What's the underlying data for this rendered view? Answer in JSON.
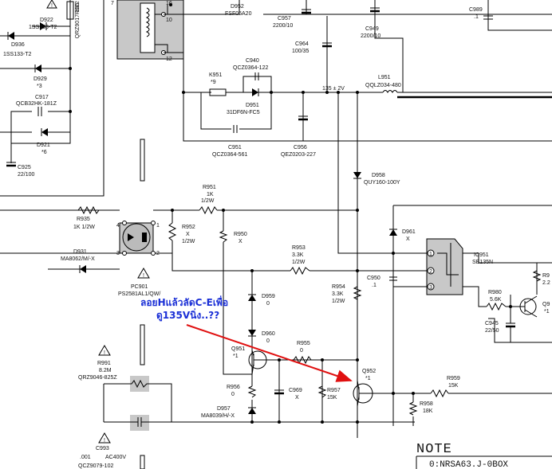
{
  "labels": {
    "d922": "D922",
    "d922v": "1SS133-T2",
    "d936": "D936",
    "d936v": "1SS133-T2",
    "d929": "D929",
    "d929v": "*3",
    "c917": "C917",
    "c917v": "QCB32HK-181Z",
    "d921": "D921",
    "d921v": "*6",
    "c925": "C925",
    "c925v": "22/100",
    "r922": "R922",
    "r922v": "QRZ9017-100",
    "t16": "16",
    "t10": "10",
    "t12": "12",
    "t7": "7",
    "d952": "D952",
    "d952v": "FSF05A20",
    "c957": "C957",
    "c957v": "2200/10",
    "c949": "C949",
    "c949v": "2200/10",
    "c964": "C964",
    "c964v": "100/35",
    "c989": "C989",
    "c989v": ".1",
    "c940": "C940",
    "c940v": "QCZ0364-122",
    "k951": "K951",
    "k951v": "*9",
    "d951": "D951",
    "d951v": "31DF6N-FC5",
    "v135": "135 ± 2V",
    "l951": "L951",
    "l951v": "QQLZ034-480",
    "c951": "C951",
    "c951v": "QCZ0364-561",
    "c956": "C956",
    "c956v": "QEZ0203-227",
    "d958": "D958",
    "d958v": "QUY160-100Y",
    "r951": "R951",
    "r951a": "1K",
    "r951b": "1/2W",
    "r935": "R935",
    "r935v": "1K 1/2W",
    "r952": "R952",
    "r952a": "X",
    "r952b": "1/2W",
    "r950": "R950",
    "r950v": "X",
    "d961": "D961",
    "d961v": "X",
    "d931": "D931",
    "d931v": "MA8062/M/-X",
    "r953": "R953",
    "r953a": "3.3K",
    "r953b": "1/2W",
    "ic951": "IC951",
    "ic951v": "SE135N",
    "pc901": "PC901",
    "pc901v": "PS2581AL1/QW/",
    "c950": "C950",
    "c950v": ".1",
    "r954": "R954",
    "r954a": "3.3K",
    "r954b": "1/2W",
    "r980": "R980",
    "r980v": "5.6K",
    "d959": "D959",
    "d959v": "0",
    "c945": "C945",
    "c945v": "22/50",
    "d960": "D960",
    "d960v": "0",
    "r991": "R991",
    "r991a": "8.2M",
    "r991b": "QRZ9046-825Z",
    "q951": "Q951",
    "q951v": "*1",
    "r955": "R955",
    "r955v": "0",
    "q952": "Q952",
    "q952v": "*1",
    "r959": "R959",
    "r959v": "15K",
    "r956": "R956",
    "r956v": "0",
    "c969": "C969",
    "c969v": "X",
    "r957": "R957",
    "r957v": "15K",
    "r958": "R958",
    "r958v": "18K",
    "d957": "D957",
    "d957v": "MA8039/H/-X",
    "c993": "C993",
    "c993a": ".001",
    "c993b": "AC400V",
    "c993c": "QCZ9079-102",
    "r97": "R9",
    "r97v": "2.2",
    "q95": "Q9",
    "q95v": "*1",
    "pin1": "1",
    "pin2": "2",
    "pin3": "3",
    "pin4": "4",
    "icpin1": "1",
    "icpin2": "2",
    "icpin3": "3"
  },
  "annotation": {
    "line1": "ลอยHแล้วลัดC-Eเพื่อ",
    "line2": "ดู135Vนิ่ง..??"
  },
  "note": {
    "title": "NOTE",
    "line1": "0:NRSA63.J-0BOX"
  },
  "colors": {
    "annotation": "#1a2fd6",
    "arrow": "#e01010"
  }
}
